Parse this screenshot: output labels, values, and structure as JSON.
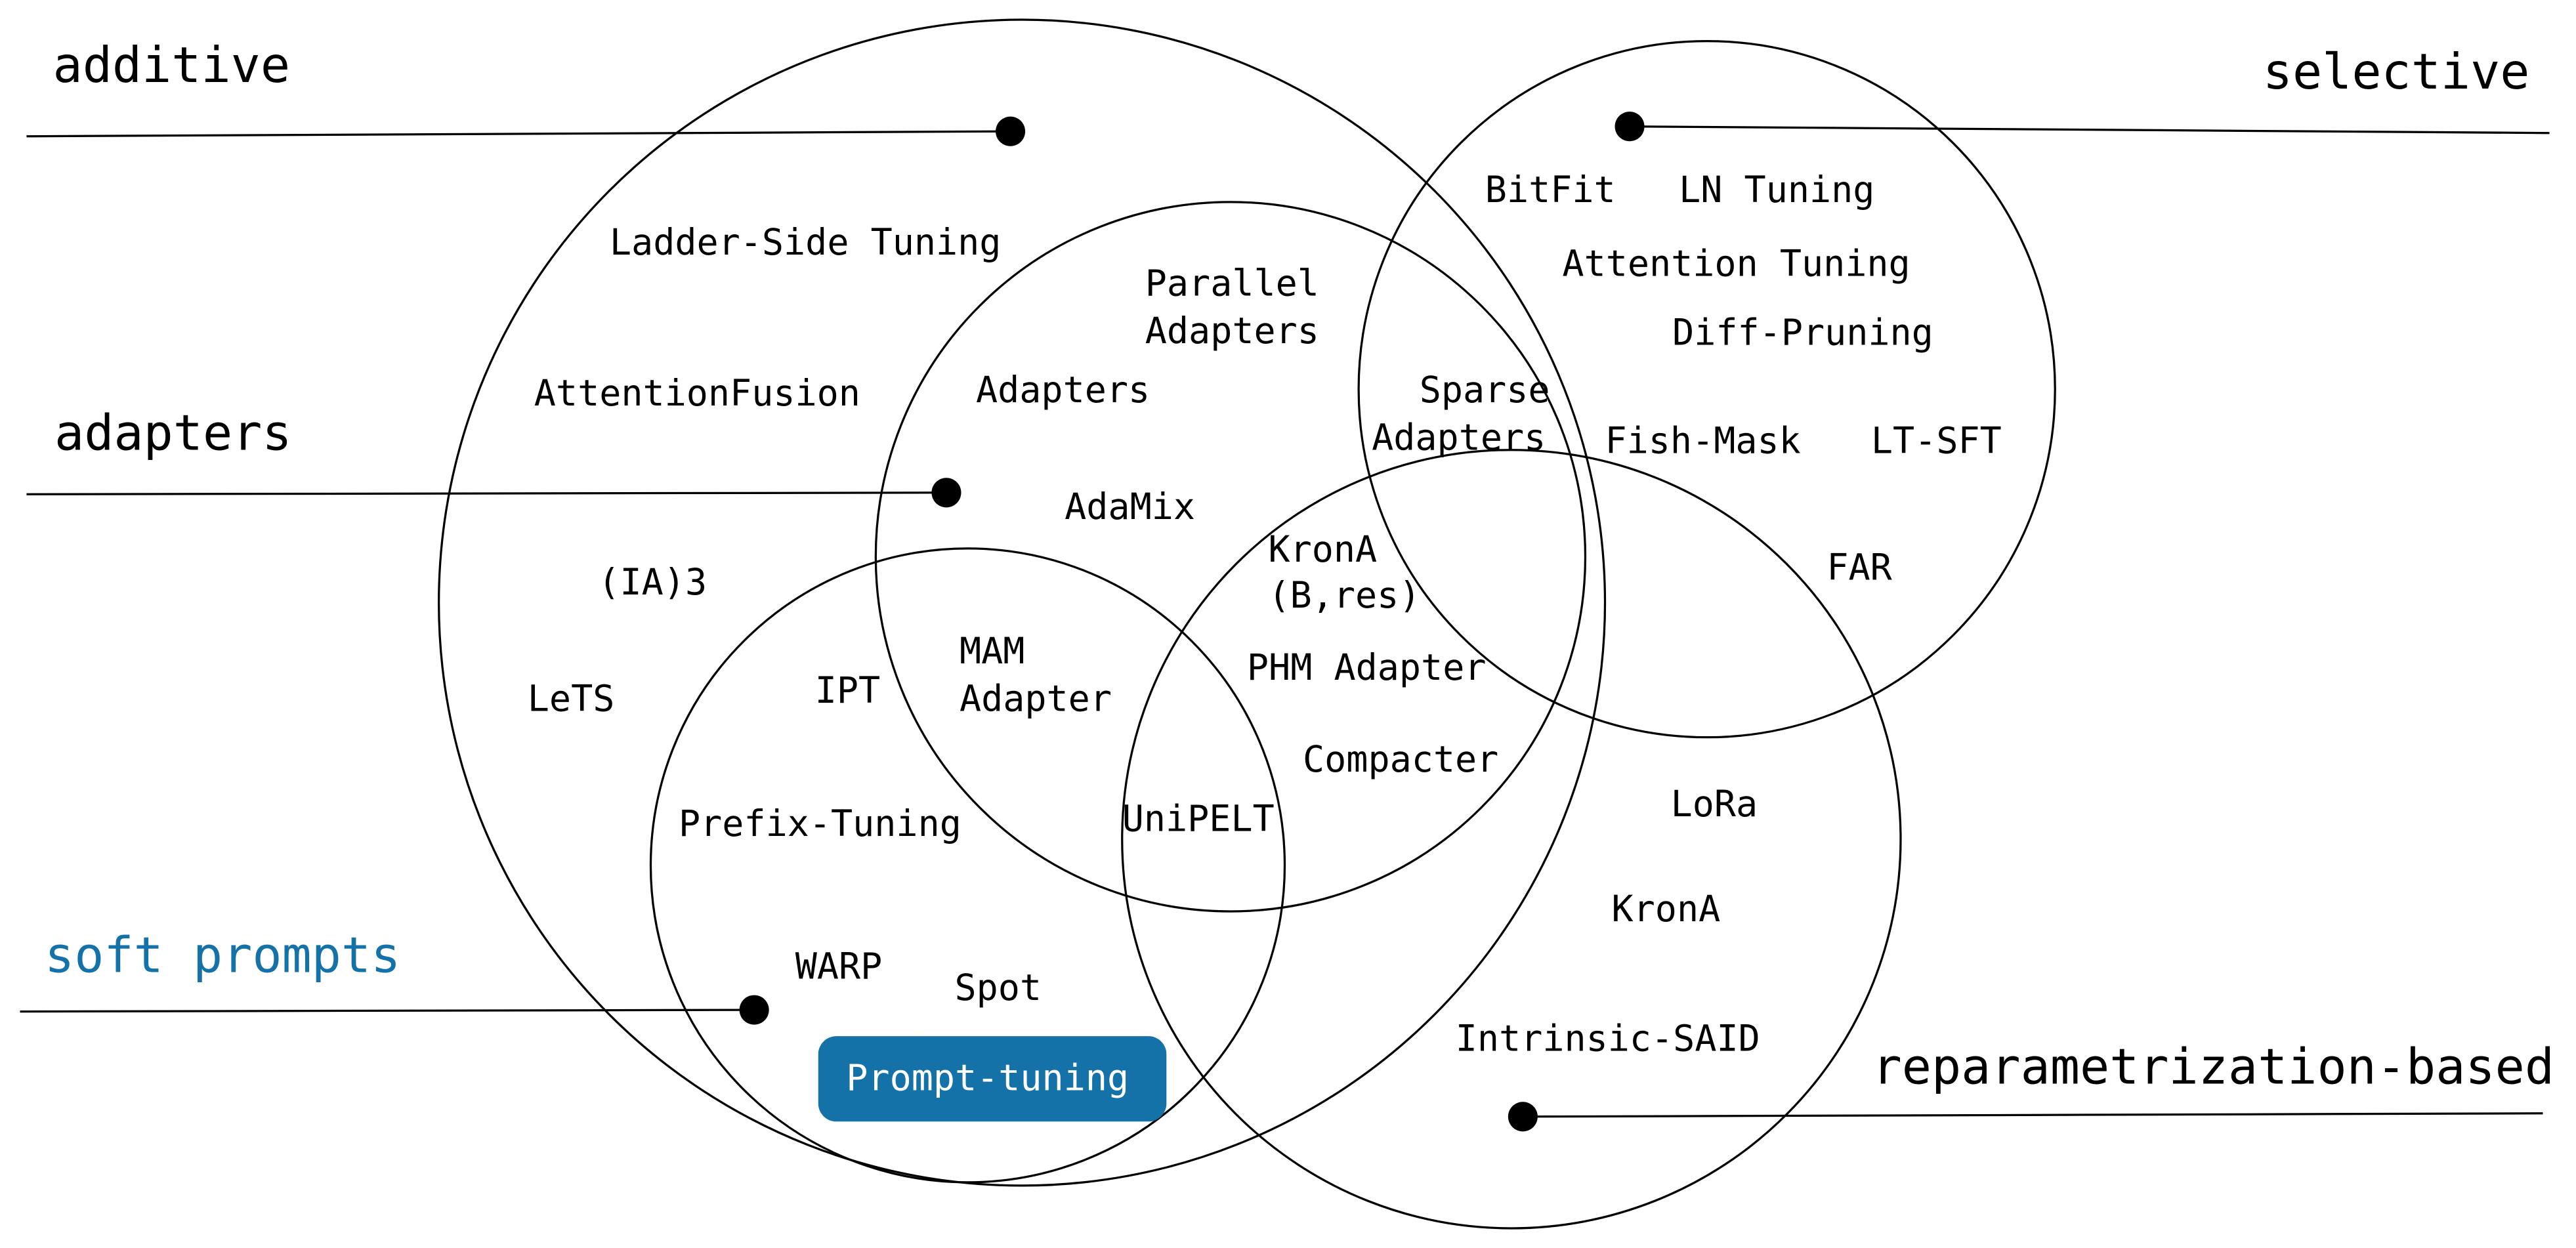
{
  "diagram": {
    "title": "Parameter-efficient fine-tuning method taxonomy (Venn diagram)",
    "accent_color": "#1472a8",
    "categories": [
      {
        "id": "additive",
        "label": "additive",
        "color": "#000000"
      },
      {
        "id": "adapters",
        "label": "adapters",
        "color": "#000000"
      },
      {
        "id": "soft_prompts",
        "label": "soft prompts",
        "color": "#1472a8"
      },
      {
        "id": "selective",
        "label": "selective",
        "color": "#000000"
      },
      {
        "id": "reparametrization",
        "label": "reparametrization-based",
        "color": "#000000"
      }
    ],
    "methods": [
      {
        "label": "Ladder-Side Tuning"
      },
      {
        "label": "AttentionFusion"
      },
      {
        "label": "(IA)3"
      },
      {
        "label": "LeTS"
      },
      {
        "label": "Parallel"
      },
      {
        "label": "Adapters"
      },
      {
        "label": "Adapters"
      },
      {
        "label": "AdaMix"
      },
      {
        "label": "Sparse"
      },
      {
        "label": "Adapters"
      },
      {
        "label": "KronA"
      },
      {
        "label": "(B,res)"
      },
      {
        "label": "PHM Adapter"
      },
      {
        "label": "Compacter"
      },
      {
        "label": "MAM"
      },
      {
        "label": "Adapter"
      },
      {
        "label": "IPT"
      },
      {
        "label": "Prefix-Tuning"
      },
      {
        "label": "UniPELT"
      },
      {
        "label": "WARP"
      },
      {
        "label": "Spot"
      },
      {
        "label": "Prompt-tuning",
        "highlighted": true
      },
      {
        "label": "BitFit"
      },
      {
        "label": "LN Tuning"
      },
      {
        "label": "Attention Tuning"
      },
      {
        "label": "Diff-Pruning"
      },
      {
        "label": "Fish-Mask"
      },
      {
        "label": "LT-SFT"
      },
      {
        "label": "FAR"
      },
      {
        "label": "LoRa"
      },
      {
        "label": "KronA"
      },
      {
        "label": "Intrinsic-SAID"
      }
    ]
  }
}
